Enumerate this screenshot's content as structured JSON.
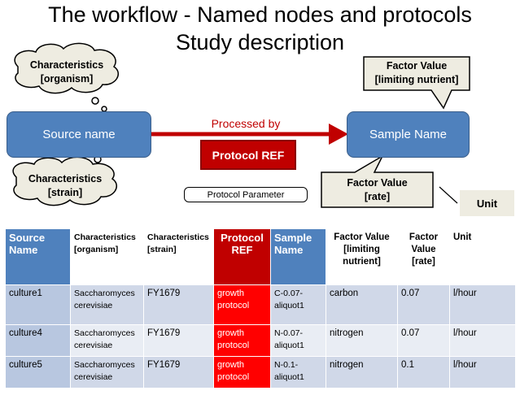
{
  "title_line1": "The workflow - Named nodes and protocols",
  "title_line2": "Study description",
  "nodes": {
    "source": "Source name",
    "sample": "Sample Name"
  },
  "clouds": {
    "organism": [
      "Characteristics",
      "[organism]"
    ],
    "strain": [
      "Characteristics",
      "[strain]"
    ]
  },
  "callouts": {
    "limiting_nutrient": [
      "Factor Value",
      "[limiting nutrient]"
    ],
    "rate": [
      "Factor Value",
      "[rate]"
    ],
    "unit": "Unit"
  },
  "edge": {
    "label": "Processed by",
    "protocol_ref": "Protocol REF",
    "protocol_parameter": "Protocol Parameter"
  },
  "colors": {
    "node_blue": "#4f81bd",
    "protocol_red": "#c00000",
    "arrow_red": "#c00000",
    "callout_fill": "#eeece1"
  },
  "table": {
    "headers": [
      "Source Name",
      "Characteristics [organism]",
      "Characteristics [strain]",
      "Protocol REF",
      "Sample Name",
      "Factor Value [limiting nutrient]",
      "Factor Value [rate]",
      "Unit"
    ],
    "rows": [
      [
        "culture1",
        "Saccharomyces cerevisiae",
        "FY1679",
        "growth protocol",
        "C-0.07-aliquot1",
        "carbon",
        "0.07",
        "l/hour"
      ],
      [
        "culture4",
        "Saccharomyces cerevisiae",
        "FY1679",
        "growth protocol",
        "N-0.07-aliquot1",
        "nitrogen",
        "0.07",
        "l/hour"
      ],
      [
        "culture5",
        "Saccharomyces cerevisiae",
        "FY1679",
        "growth protocol",
        "N-0.1-aliquot1",
        "nitrogen",
        "0.1",
        "l/hour"
      ]
    ]
  }
}
